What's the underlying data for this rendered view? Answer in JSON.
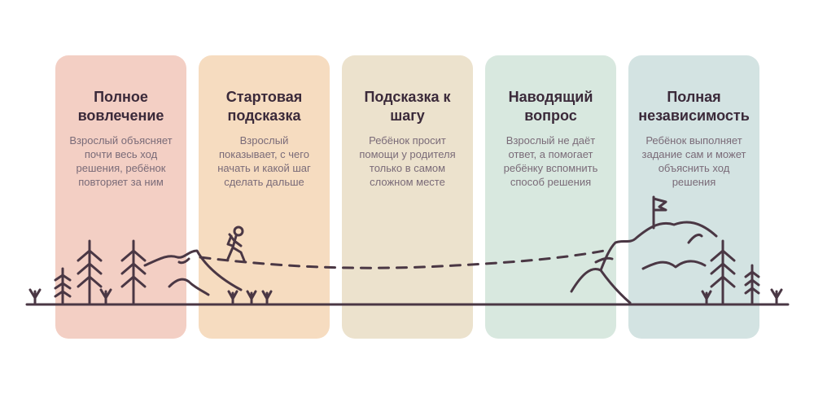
{
  "stages": [
    {
      "title": "Полное вовлечение",
      "description": "Взрослый объясняет почти весь ход решения, ребёнок повторяет за ним",
      "color": "#f3cfc4"
    },
    {
      "title": "Стартовая подсказка",
      "description": "Взрослый показывает, с чего начать и какой шаг сделать дальше",
      "color": "#f6dcc0"
    },
    {
      "title": "Подсказка к шагу",
      "description": "Ребёнок просит помощи у родителя только в самом сложном месте",
      "color": "#ece2cd"
    },
    {
      "title": "Наводящий вопрос",
      "description": "Взрослый не даёт ответ, а помогает ребёнку вспомнить способ решения",
      "color": "#d8e8df"
    },
    {
      "title": "Полная независимость",
      "description": "Ребёнок выполняет задание сам и может объяснить ход решения",
      "color": "#d3e3e2"
    }
  ],
  "colors": {
    "ink": "#4a3744",
    "title": "#3b2a3a",
    "text": "#7a6b78"
  },
  "icons": {
    "hiker": "hiker-icon",
    "flag": "flag-icon",
    "tree": "tree-icon",
    "grass": "grass-icon",
    "mountain": "mountain-icon"
  }
}
